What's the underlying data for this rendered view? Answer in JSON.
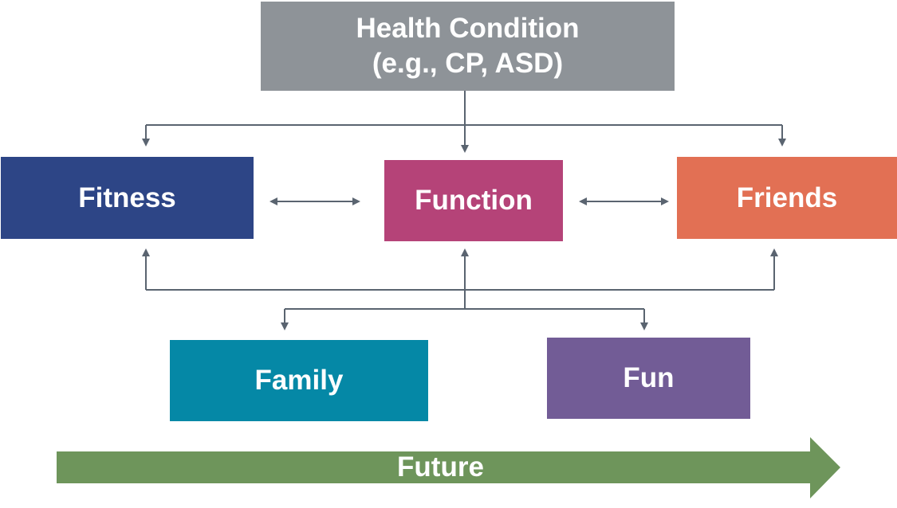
{
  "nodes": {
    "health_condition": {
      "line1": "Health Condition",
      "line2": "(e.g., CP, ASD)",
      "color": "#8e9398"
    },
    "fitness": {
      "label": "Fitness",
      "color": "#2d4586"
    },
    "function": {
      "label": "Function",
      "color": "#b54378"
    },
    "friends": {
      "label": "Friends",
      "color": "#e27054"
    },
    "family": {
      "label": "Family",
      "color": "#0588a6"
    },
    "fun": {
      "label": "Fun",
      "color": "#725c96"
    }
  },
  "future_arrow": {
    "label": "Future",
    "color": "#6e955b"
  },
  "connector_color": "#5a6470"
}
